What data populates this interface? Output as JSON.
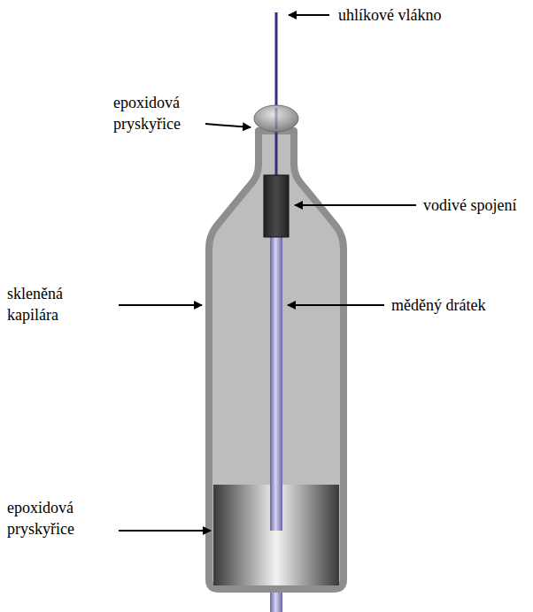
{
  "diagram": {
    "labels": [
      "uhlíkové vlákno",
      "epoxidová pryskyřice",
      "vodivé spojení",
      "skleněná kapilára",
      "měděný drátek",
      "epoxidová pryskyřice"
    ]
  }
}
